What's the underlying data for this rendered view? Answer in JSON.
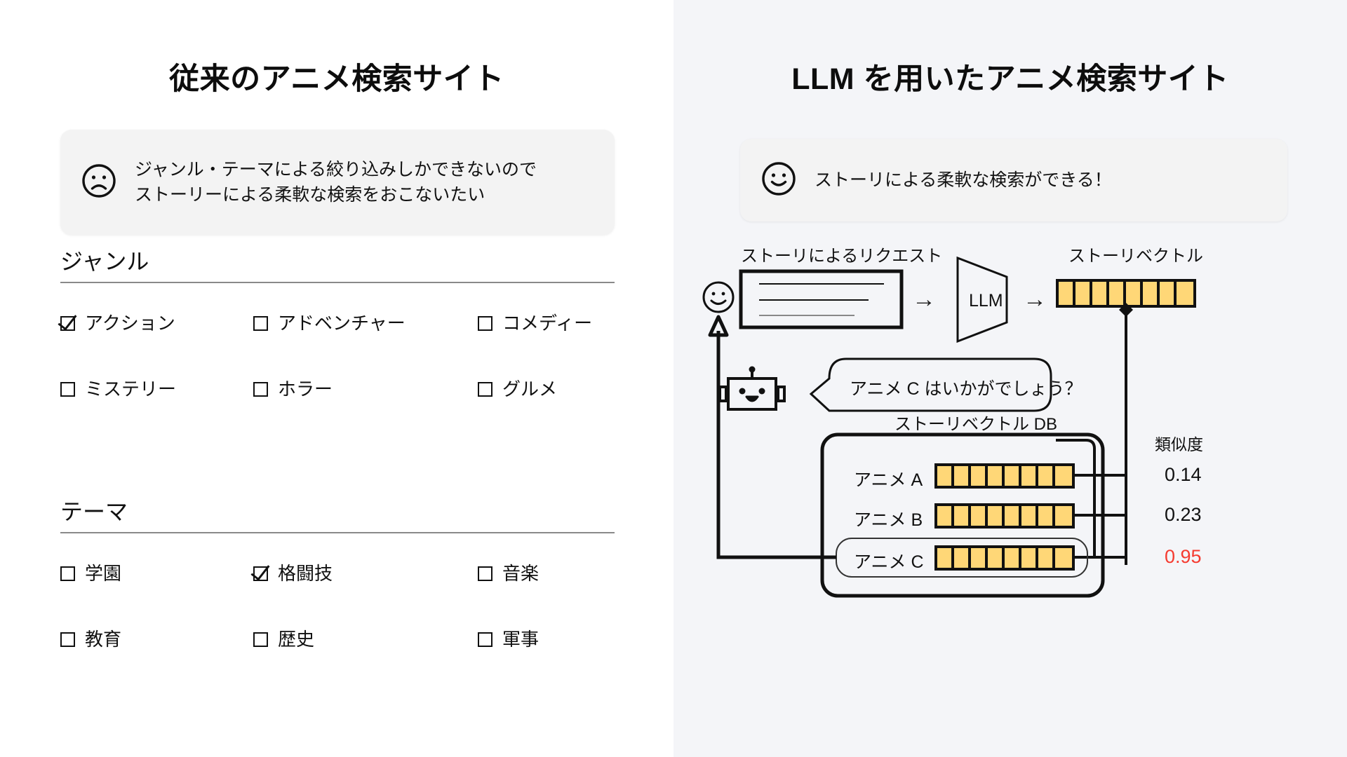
{
  "left": {
    "title": "従来のアニメ検索サイト",
    "callout": {
      "icon": "sad-face-icon",
      "text": "ジャンル・テーマによる絞り込みしかできないので\nストーリーによる柔軟な検索をおこないたい"
    },
    "sections": [
      {
        "heading": "ジャンル",
        "items": [
          {
            "label": "アクション",
            "checked": true
          },
          {
            "label": "アドベンチャー",
            "checked": false
          },
          {
            "label": "コメディー",
            "checked": false
          },
          {
            "label": "ミステリー",
            "checked": false
          },
          {
            "label": "ホラー",
            "checked": false
          },
          {
            "label": "グルメ",
            "checked": false
          }
        ]
      },
      {
        "heading": "テーマ",
        "items": [
          {
            "label": "学園",
            "checked": false
          },
          {
            "label": "格闘技",
            "checked": true
          },
          {
            "label": "音楽",
            "checked": false
          },
          {
            "label": "教育",
            "checked": false
          },
          {
            "label": "歴史",
            "checked": false
          },
          {
            "label": "軍事",
            "checked": false
          }
        ]
      }
    ]
  },
  "right": {
    "title": "LLM を用いたアニメ検索サイト",
    "callout": {
      "icon": "happy-face-icon",
      "text": "ストーリによる柔軟な検索ができる！"
    },
    "diagram": {
      "request_label": "ストーリによるリクエスト",
      "vector_label": "ストーリベクトル",
      "llm_label": "LLM",
      "bubble_text": "アニメ C はいかがでしょう？",
      "db_label": "ストーリベクトル DB",
      "similarity_header": "類似度",
      "arrow_glyph": "→",
      "vector_cells": 8,
      "rows": [
        {
          "name": "アニメ A",
          "similarity": "0.14",
          "highlight": false
        },
        {
          "name": "アニメ B",
          "similarity": "0.23",
          "highlight": false
        },
        {
          "name": "アニメ C",
          "similarity": "0.95",
          "highlight": true
        }
      ]
    }
  },
  "colors": {
    "vector_fill": "#ffd777",
    "vector_stroke": "#111111",
    "highlight_red": "#f53b30",
    "panel_bg": "#f4f5f8",
    "callout_bg": "#f3f3f3",
    "rule": "#8a8a8a"
  }
}
